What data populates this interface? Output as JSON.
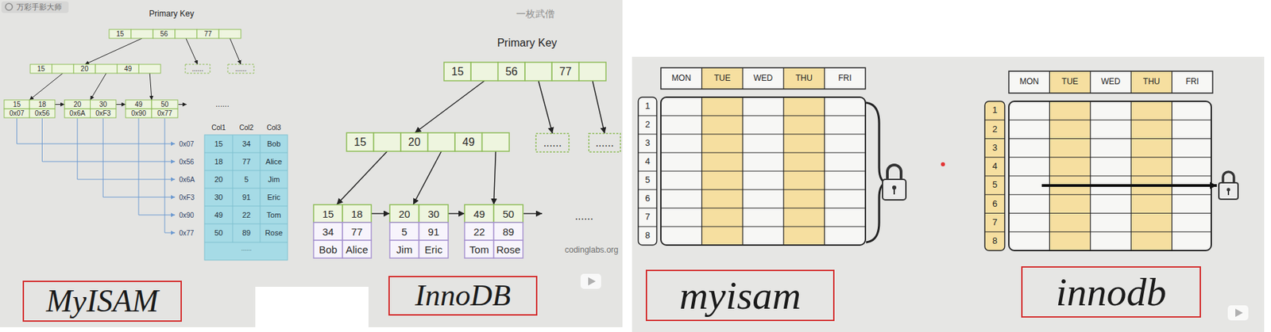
{
  "diagram": {
    "nodes": [
      {
        "text": [
          "15",
          "56",
          "77"
        ]
      },
      {
        "text": [
          "15",
          "20",
          "49"
        ]
      },
      {
        "text": [
          "......"
        ]
      },
      {
        "text": [
          "......"
        ]
      },
      {
        "text": [
          "15",
          "18",
          "0x07",
          "0x56"
        ]
      },
      {
        "text": [
          "20",
          "30",
          "0x6A",
          "0xF3"
        ]
      },
      {
        "text": [
          "49",
          "50",
          "0x90",
          "0x77"
        ]
      },
      {
        "text": [
          "15",
          "56",
          "77"
        ]
      },
      {
        "text": [
          "15",
          "20",
          "49"
        ]
      },
      {
        "text": [
          "......"
        ]
      },
      {
        "text": [
          "......"
        ]
      },
      {
        "text": [
          "15",
          "18",
          "34",
          "77",
          "Bob",
          "Alice"
        ]
      },
      {
        "text": [
          "20",
          "30",
          "5",
          "91",
          "Jim",
          "Eric"
        ]
      },
      {
        "text": [
          "49",
          "50",
          "22",
          "89",
          "Tom",
          "Rose"
        ]
      },
      {
        "text": [
          "MyISAM"
        ]
      },
      {
        "text": [
          "InnoDB"
        ]
      },
      {
        "text": [
          "myisam"
        ]
      },
      {
        "text": [
          "innodb"
        ]
      }
    ],
    "edges": [
      {
        "from": 0,
        "to": 1,
        "arrow": "to"
      },
      {
        "from": 0,
        "to": 2,
        "arrow": "to"
      },
      {
        "from": 0,
        "to": 3,
        "arrow": "to"
      },
      {
        "from": 1,
        "to": 4,
        "arrow": "to"
      },
      {
        "from": 1,
        "to": 5,
        "arrow": "to"
      },
      {
        "from": 1,
        "to": 6,
        "arrow": "to"
      },
      {
        "from": 4,
        "to": 5,
        "arrow": "to"
      },
      {
        "from": 5,
        "to": 6,
        "arrow": "to"
      },
      {
        "from": 7,
        "to": 8,
        "arrow": "to"
      },
      {
        "from": 7,
        "to": 9,
        "arrow": "to"
      },
      {
        "from": 7,
        "to": 10,
        "arrow": "to"
      },
      {
        "from": 8,
        "to": 11,
        "arrow": "to"
      },
      {
        "from": 8,
        "to": 12,
        "arrow": "to"
      },
      {
        "from": 8,
        "to": 13,
        "arrow": "to"
      },
      {
        "from": 11,
        "to": 12,
        "arrow": "to"
      },
      {
        "from": 12,
        "to": 13,
        "arrow": "to"
      }
    ],
    "labels": [
      "万彩手影大师",
      "Primary Key",
      "......",
      "0x07",
      "0x56",
      "0x6A",
      "0xF3",
      "0x90",
      "0x77",
      "Col1",
      "Col2",
      "Col3",
      "15",
      "34",
      "Bob",
      "18",
      "77",
      "Alice",
      "20",
      "5",
      "Jim",
      "30",
      "91",
      "Eric",
      "49",
      "22",
      "Tom",
      "50",
      "89",
      "Rose",
      "......",
      "一枚武僧",
      "Primary Key",
      "......",
      "codinglabs.org",
      "MON",
      "TUE",
      "WED",
      "THU",
      "FRI",
      "1",
      "2",
      "3",
      "4",
      "5",
      "6",
      "7",
      "8",
      "MON",
      "TUE",
      "WED",
      "THU",
      "FRI",
      "1",
      "2",
      "3",
      "4",
      "5",
      "6",
      "7",
      "8"
    ]
  }
}
